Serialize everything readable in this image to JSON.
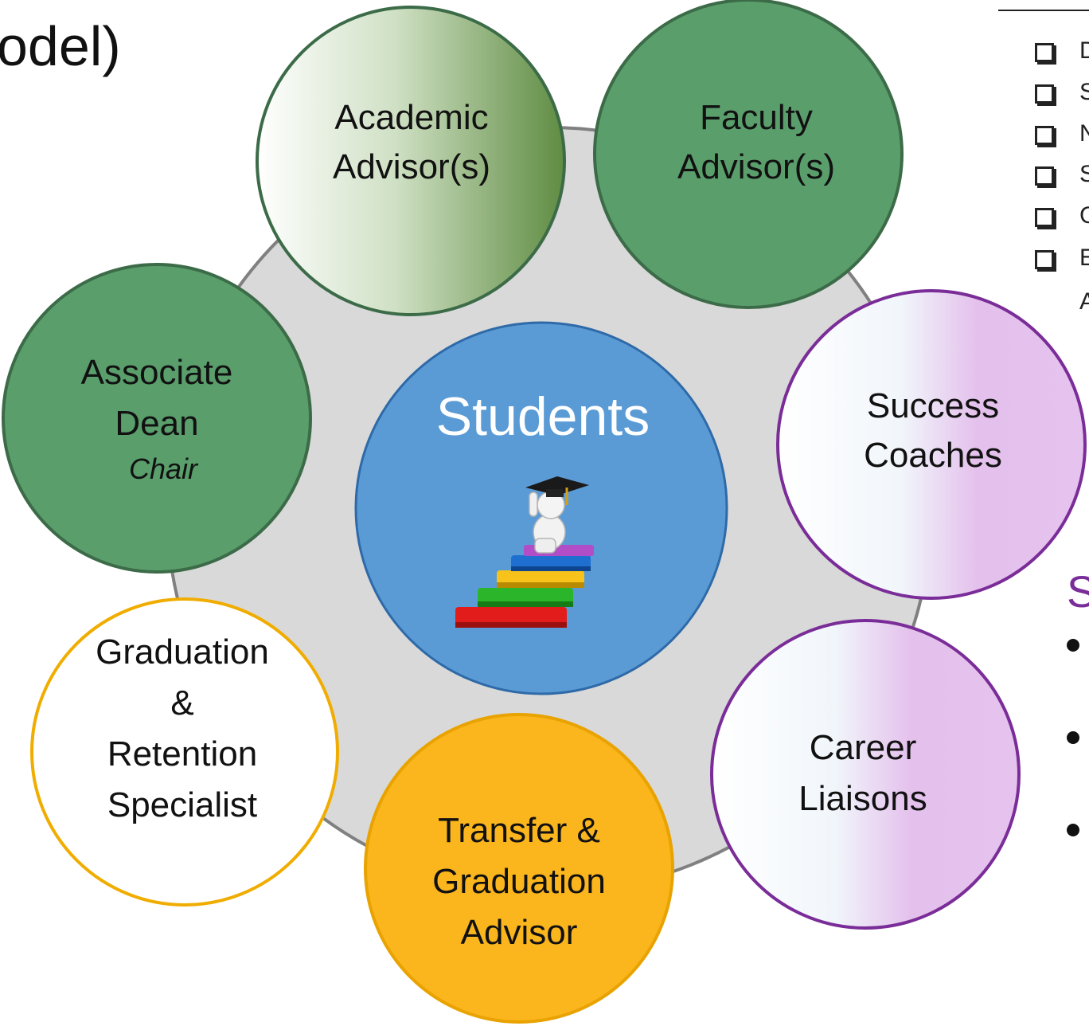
{
  "title_fragment": "odel)",
  "center": {
    "label": "Students"
  },
  "roles": [
    {
      "id": "academic",
      "lines": [
        "Academic",
        "Advisor(s)"
      ]
    },
    {
      "id": "faculty",
      "lines": [
        "Faculty",
        "Advisor(s)"
      ]
    },
    {
      "id": "success",
      "lines": [
        "Success",
        "Coaches"
      ]
    },
    {
      "id": "career",
      "lines": [
        "Career",
        "Liaisons"
      ]
    },
    {
      "id": "transfer",
      "lines": [
        "Transfer &",
        "Graduation",
        "Advisor"
      ]
    },
    {
      "id": "retention",
      "lines": [
        "Graduation",
        "&",
        "Retention",
        "Specialist"
      ]
    },
    {
      "id": "dean",
      "lines": [
        "Associate",
        "Dean"
      ],
      "sub": "Chair"
    }
  ],
  "checklist": [
    "D",
    "S",
    "N",
    "S",
    "C",
    "E"
  ],
  "checklist_continuation": "A",
  "side_heading": "S",
  "colors": {
    "green": "#5a9e6c",
    "green_border": "#3c6b48",
    "blue": "#5b9bd5",
    "blue_border": "#2e6aa8",
    "gold": "#fbb51d",
    "gold_border": "#e9a300",
    "purple_border": "#7a2d98",
    "purple_light": "#e6c3ee",
    "hub": "#d9d9d9",
    "hub_border": "#808080"
  }
}
